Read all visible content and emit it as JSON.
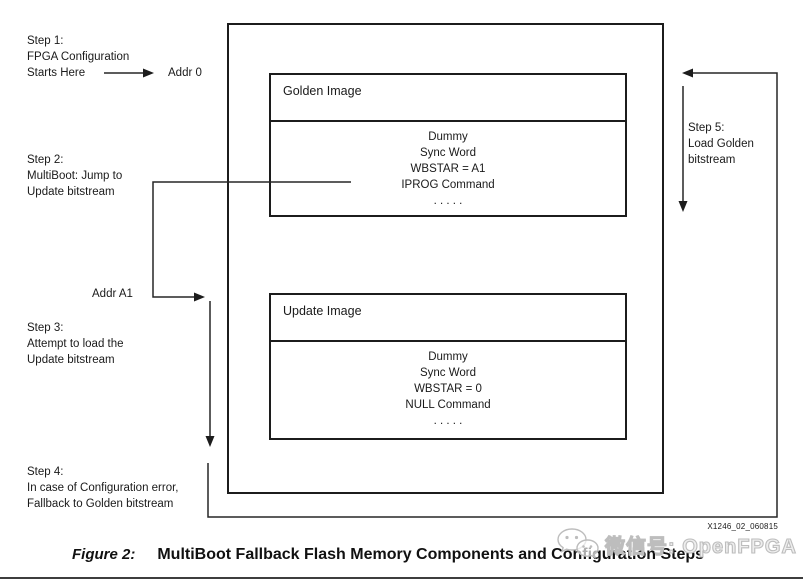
{
  "colors": {
    "line": "#262626",
    "text": "#1a1a1a",
    "watermark": "#bdbdbd"
  },
  "steps": {
    "step1": [
      "Step 1:",
      "FPGA Configuration",
      "Starts Here"
    ],
    "step2": [
      "Step 2:",
      "MultiBoot: Jump to",
      "Update bitstream"
    ],
    "step3": [
      "Step 3:",
      "Attempt to load the",
      "Update bitstream"
    ],
    "step4": [
      "Step 4:",
      "In case of Configuration error,",
      "Fallback to Golden bitstream"
    ],
    "step5": [
      "Step 5:",
      "Load Golden",
      "bitstream"
    ]
  },
  "labels": {
    "addr0": "Addr 0",
    "addr_a1": "Addr A1",
    "ref": "X1246_02_060815"
  },
  "golden_image": {
    "title": "Golden Image",
    "content": [
      "Dummy",
      "Sync Word",
      "WBSTAR = A1",
      "IPROG Command",
      ". . . . ."
    ]
  },
  "update_image": {
    "title": "Update Image",
    "content": [
      "Dummy",
      "Sync Word",
      "WBSTAR = 0",
      "NULL Command",
      ". . . . ."
    ]
  },
  "caption": {
    "figure": "Figure 2:",
    "title": "MultiBoot Fallback Flash Memory Components and Configuration Steps"
  },
  "watermark": {
    "text": "微信号: OpenFPGA",
    "icon": "wechat-icon"
  }
}
